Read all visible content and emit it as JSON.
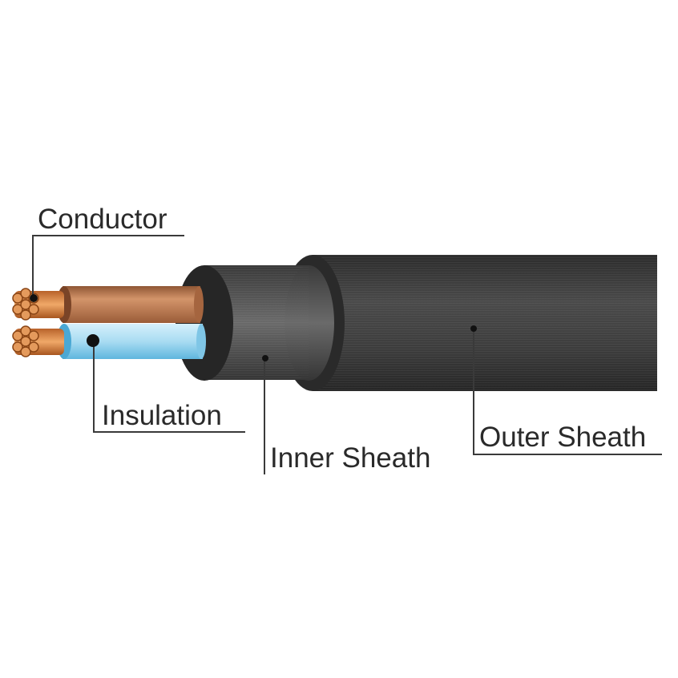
{
  "diagram": {
    "labels": {
      "conductor": "Conductor",
      "insulation": "Insulation",
      "inner_sheath": "Inner Sheath",
      "outer_sheath": "Outer Sheath"
    },
    "colors": {
      "copper": "#d9894a",
      "brown_insulation": "#c07a52",
      "blue_insulation": "#a9dcf2",
      "sheath": "#3a3a3a",
      "sheath_edge": "#222222"
    }
  }
}
